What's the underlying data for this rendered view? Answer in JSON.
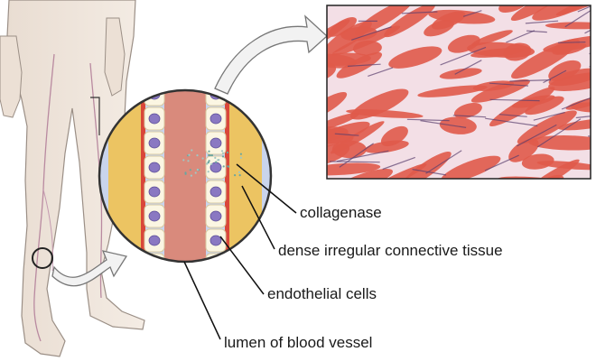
{
  "labels": {
    "collagenase": "collagenase",
    "dense_tissue": "dense irregular connective tissue",
    "endothelial": "endothelial cells",
    "lumen": "lumen of blood vessel"
  },
  "colors": {
    "skin": "#efe4da",
    "skin_outline": "#9b8f86",
    "vein": "#b98aa0",
    "lumen": "#d98a7c",
    "cell": "#fbf6e3",
    "nucleus": "#8a78c2",
    "fat": "#f2c14a",
    "vessel_bg": "#c9d4ec",
    "tissue_red": "#e05a4a",
    "tissue_white": "#f7e7ee",
    "arrow_fill": "#f2f2f2"
  }
}
